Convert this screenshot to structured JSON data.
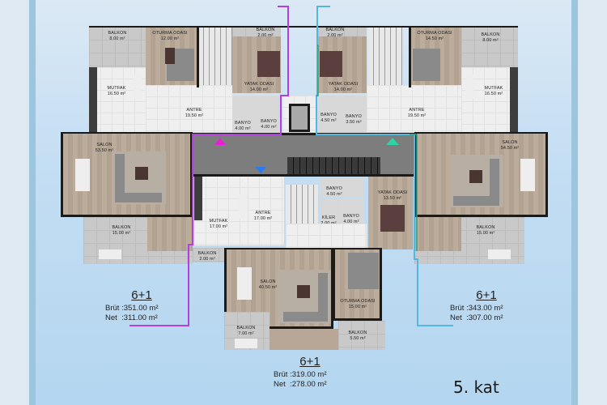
{
  "plan": {
    "floor_label": "5. kat",
    "area_unit": "m²",
    "colors": {
      "unit_left_line": "#b23fe0",
      "unit_right_line": "#55b6e0",
      "unit_right_border": "#2aa37f",
      "marker_magenta": "#e81ed8",
      "marker_teal": "#2fd3a8",
      "marker_blue": "#2a7cf0",
      "background": "#c4def3"
    }
  },
  "units": {
    "left": {
      "type": "6+1",
      "gross_label": "Brüt",
      "gross": ":351.00 m²",
      "net_label": "Net",
      "net": ":311.00 m²",
      "rooms": {
        "balkon_top": {
          "name": "BALKON",
          "area": "8.00 m²"
        },
        "oturma": {
          "name": "OTURMA ODASI",
          "area": "12.00 m²"
        },
        "balkon_small": {
          "name": "BALKON",
          "area": "2.00 m²"
        },
        "mutfak": {
          "name": "MUTFAK",
          "area": "16.50 m²"
        },
        "yatak": {
          "name": "YATAK ODASI",
          "area": "14.00 m²"
        },
        "antre": {
          "name": "ANTRE",
          "area": "19.50 m²"
        },
        "banyo1": {
          "name": "BANYO",
          "area": "4.00 m²"
        },
        "banyo2": {
          "name": "BANYO",
          "area": "4.00 m²"
        },
        "salon": {
          "name": "SALON",
          "area": "53.50 m²"
        },
        "balkon_bottom": {
          "name": "BALKON",
          "area": "15.00 m²"
        }
      }
    },
    "right": {
      "type": "6+1",
      "gross_label": "Brüt",
      "gross": ":343.00 m²",
      "net_label": "Net",
      "net": ":307.00 m²",
      "rooms": {
        "balkon_small": {
          "name": "BALKON",
          "area": "2.00 m²"
        },
        "oturma": {
          "name": "OTURMA ODASI",
          "area": "14.50 m²"
        },
        "balkon_top": {
          "name": "BALKON",
          "area": "8.00 m²"
        },
        "yatak": {
          "name": "YATAK ODASI",
          "area": "14.00 m²"
        },
        "mutfak": {
          "name": "MUTFAK",
          "area": "16.50 m²"
        },
        "banyo1": {
          "name": "BANYO",
          "area": "4.50 m²"
        },
        "banyo2": {
          "name": "BANYO",
          "area": "3.50 m²"
        },
        "antre": {
          "name": "ANTRE",
          "area": "19.50 m²"
        },
        "salon": {
          "name": "SALON",
          "area": "54.50 m²"
        },
        "balkon_bottom": {
          "name": "BALKON",
          "area": "15.00 m²"
        }
      }
    },
    "middle": {
      "type": "6+1",
      "gross_label": "Brüt",
      "gross": ":319.00 m²",
      "net_label": "Net",
      "net": ":278.00 m²",
      "rooms": {
        "mutfak": {
          "name": "MUTFAK",
          "area": "17.00 m²"
        },
        "antre": {
          "name": "ANTRE",
          "area": "17.00 m²"
        },
        "banyo1": {
          "name": "BANYO",
          "area": "4.50 m²"
        },
        "yatak": {
          "name": "YATAK ODASI",
          "area": "13.50 m²"
        },
        "kiler": {
          "name": "KİLER",
          "area": "2.00 m²"
        },
        "banyo2": {
          "name": "BANYO",
          "area": "4.00 m²"
        },
        "balkon_small": {
          "name": "BALKON",
          "area": "2.00 m²"
        },
        "salon": {
          "name": "SALON",
          "area": "40.50 m²"
        },
        "oturma": {
          "name": "OTURMA ODASI",
          "area": "15.00 m²"
        },
        "balkon_left": {
          "name": "BALKON",
          "area": "7.00 m²"
        },
        "balkon_right": {
          "name": "BALKON",
          "area": "5.50 m²"
        }
      }
    }
  }
}
